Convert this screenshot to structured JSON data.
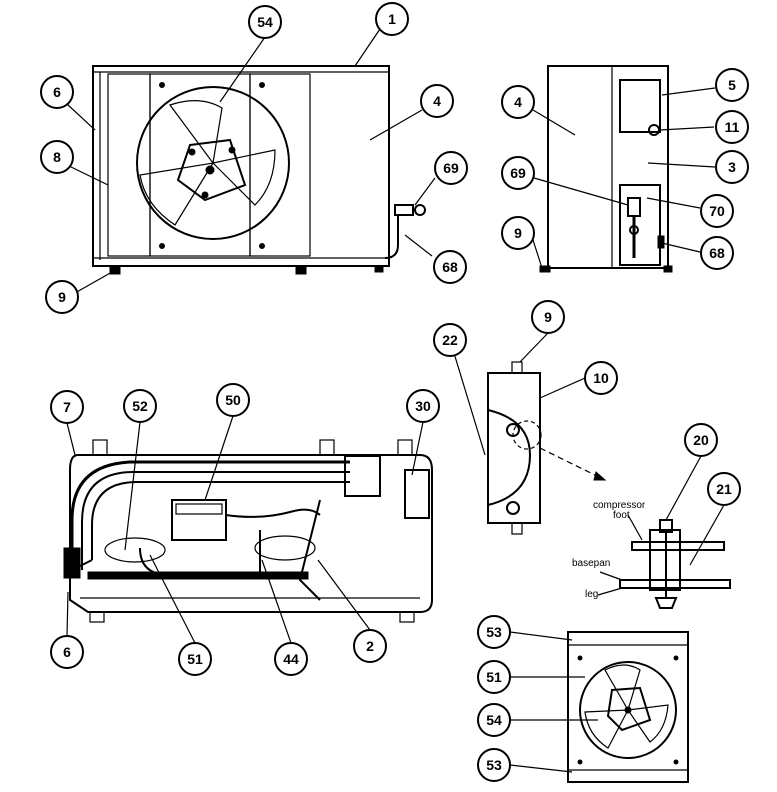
{
  "callouts": {
    "c1": "1",
    "c54": "54",
    "c6a": "6",
    "c8": "8",
    "c4a": "4",
    "c69a": "69",
    "c68a": "68",
    "c9a": "9",
    "c4b": "4",
    "c5": "5",
    "c11": "11",
    "c3": "3",
    "c69b": "69",
    "c70": "70",
    "c9b": "9",
    "c68b": "68",
    "c9c": "9",
    "c22": "22",
    "c10": "10",
    "c20": "20",
    "c21": "21",
    "c7": "7",
    "c52": "52",
    "c50": "50",
    "c30": "30",
    "c6b": "6",
    "c51a": "51",
    "c44": "44",
    "c2": "2",
    "c53a": "53",
    "c51b": "51",
    "c54b": "54",
    "c53b": "53"
  },
  "labels": {
    "compressor_foot_1": "compressor",
    "compressor_foot_2": "foot",
    "basepan": "basepan",
    "leg": "leg"
  }
}
